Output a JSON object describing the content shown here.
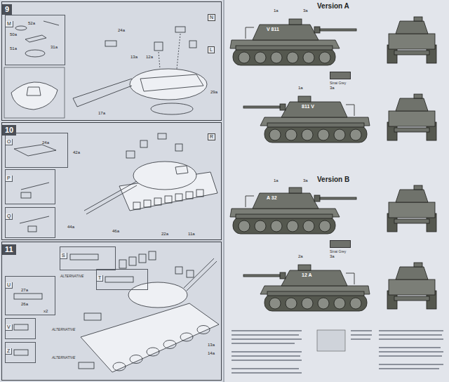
{
  "diagram": {
    "nodes": [
      {
        "text": [
          "9"
        ]
      },
      {
        "text": [
          "M"
        ],
        "in": 0
      },
      {
        "text": [
          "10"
        ]
      },
      {
        "text": [
          "O"
        ],
        "in": 2
      },
      {
        "text": [
          "P"
        ],
        "in": 2
      },
      {
        "text": [
          "Q"
        ],
        "in": 2
      },
      {
        "text": [
          "11"
        ]
      },
      {
        "text": [
          "S"
        ],
        "in": 6
      },
      {
        "text": [
          "U"
        ],
        "in": 6
      },
      {
        "text": [
          "T"
        ],
        "in": 6
      },
      {
        "text": [
          "V"
        ],
        "in": 6
      },
      {
        "text": [
          "Z"
        ],
        "in": 6
      }
    ],
    "labels": [
      "Version A",
      "Version B",
      "V 811",
      "811 V",
      "A 32",
      "12 A",
      "1a",
      "3a",
      "1a",
      "3a",
      "1a",
      "3a",
      "2a",
      "3a",
      "N",
      "L",
      "R",
      "24a",
      "52a",
      "50a",
      "51a",
      "31a",
      "13a",
      "12a",
      "17a",
      "29a",
      "24a",
      "42a",
      "44a",
      "46a",
      "22a",
      "11a",
      "27a",
      "26a",
      "x2",
      "ALTERNATIVE",
      "ALTERNATIVE",
      "ALTERNATIVE",
      "13a",
      "14a"
    ],
    "legend": [
      {
        "text": "Sinai Grey",
        "color": "#6e706a"
      },
      {
        "text": "Sinai Grey",
        "color": "#6e706a"
      }
    ]
  }
}
